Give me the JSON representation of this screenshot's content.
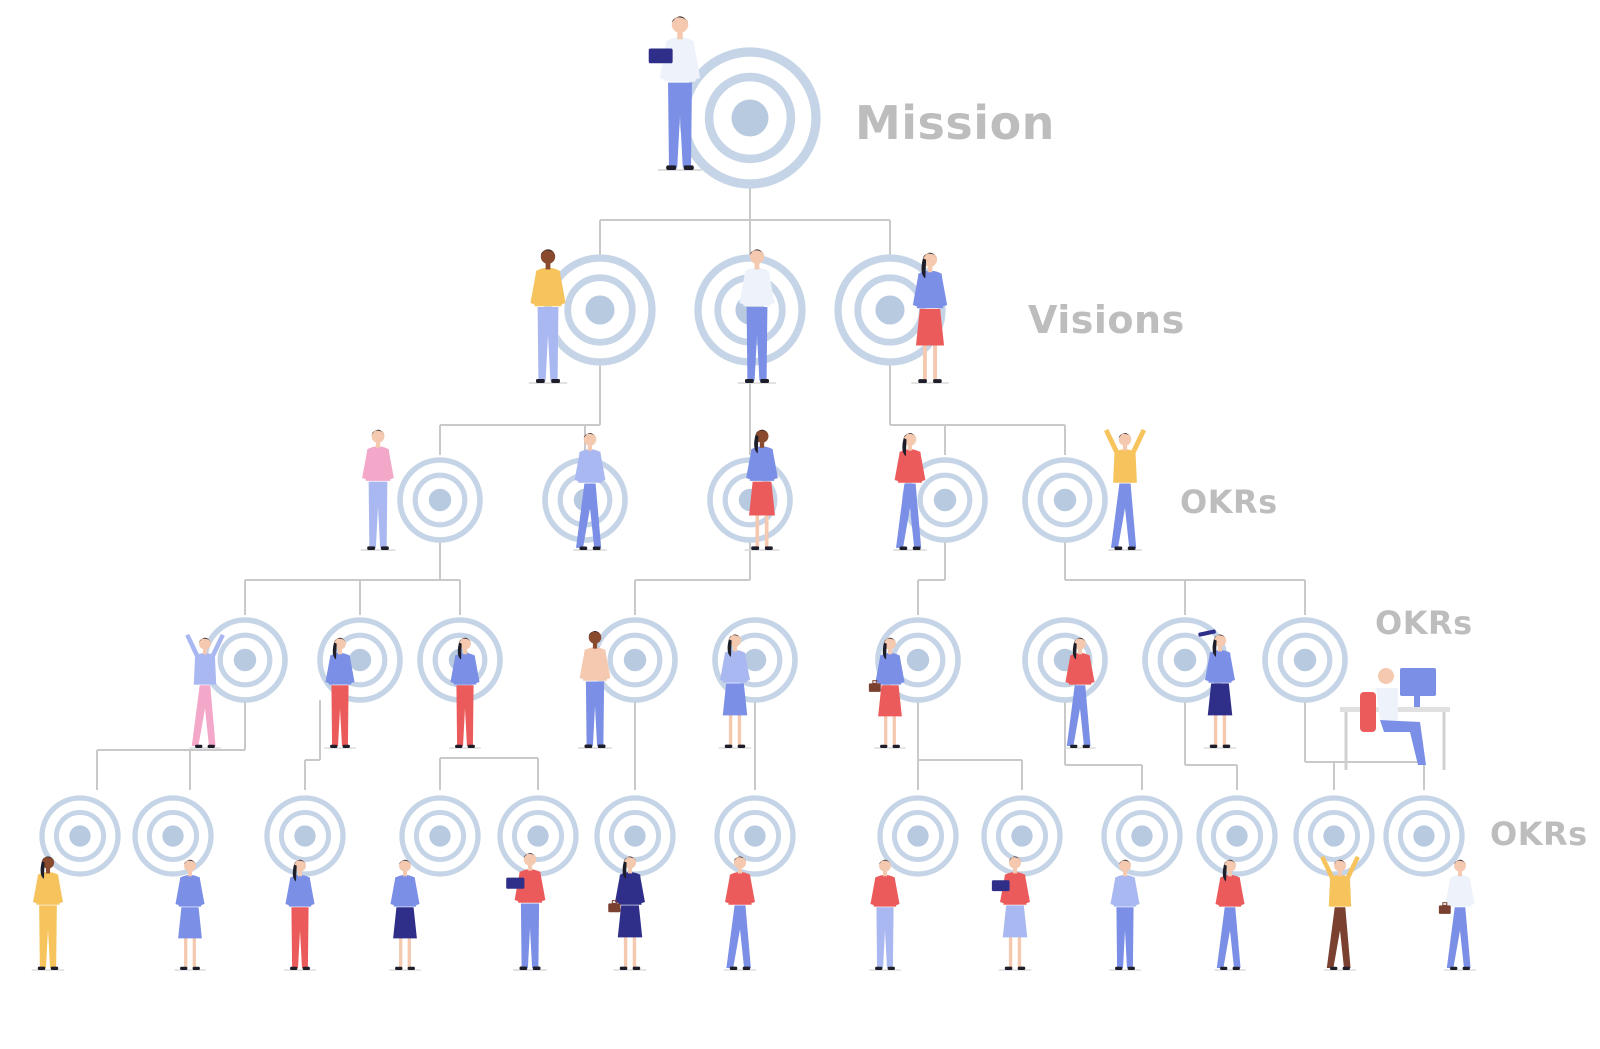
{
  "tiers": {
    "mission": "Mission",
    "visions": "Visions",
    "okrs_1": "OKRs",
    "okrs_2": "OKRs",
    "okrs_3": "OKRs"
  },
  "colors": {
    "line": "#c9c9c9",
    "ring": "#c5d4e6",
    "ring_center": "#b8cadf",
    "label": "#bdbdbd",
    "blue": "#7b8fe6",
    "blue_light": "#a9b8f0",
    "navy": "#2f2f8a",
    "red": "#ec5b5b",
    "pink": "#f3a7c9",
    "yellow": "#f6c35c",
    "skin_light": "#f4c9b0",
    "skin_dark": "#8a4a2d",
    "hair": "#1e1e2a",
    "brown": "#7a4030",
    "white": "#eef2fa"
  },
  "icons": [
    "target-icon",
    "person-icon",
    "laptop-icon",
    "briefcase-icon",
    "desk-computer-icon",
    "telescope-icon"
  ]
}
